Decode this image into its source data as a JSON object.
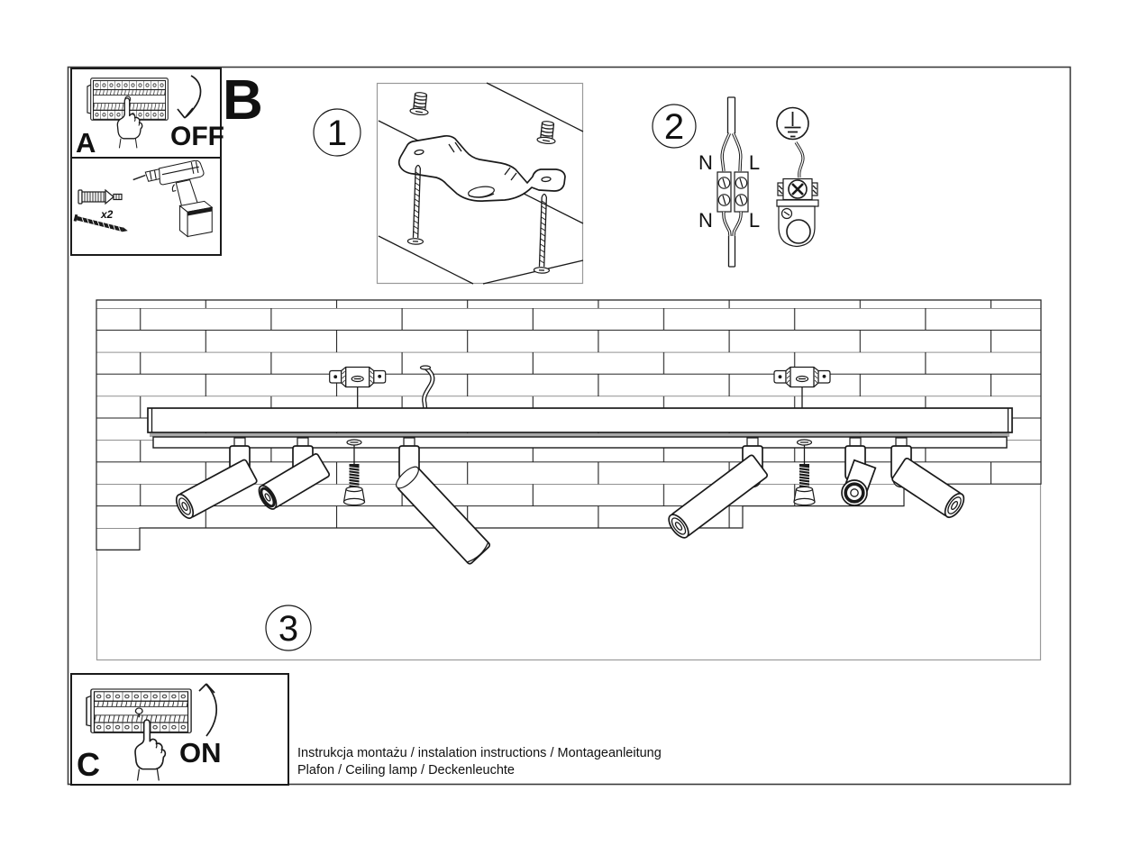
{
  "steps": {
    "a": {
      "label": "A",
      "action": "OFF"
    },
    "b": {
      "label": "B"
    },
    "c": {
      "label": "C",
      "action": "ON"
    },
    "s1": {
      "number": "1"
    },
    "s2": {
      "number": "2",
      "terminal_top_left": "N",
      "terminal_top_right": "L",
      "terminal_bottom_left": "N",
      "terminal_bottom_right": "L"
    },
    "s3": {
      "number": "3"
    }
  },
  "tools": {
    "dowel_quantity": "x2"
  },
  "footer": {
    "line1": "Instrukcja montażu / instalation instructions / Montageanleitung",
    "line2": "Plafon / Ceiling lamp / Deckenleuchte"
  },
  "colors": {
    "ink": "#1a1a1a",
    "frame_gray": "#999999",
    "rail_shadow": "#a8a8a8",
    "paper": "#ffffff"
  },
  "icons": {
    "breaker_panel": "circuit-breaker-panel",
    "pointing_hand": "pointing-hand",
    "off_arrow": "arrow-curved-down",
    "on_arrow": "arrow-curved-up",
    "drill": "cordless-drill",
    "wall_plug": "wall-plug-anchor",
    "screw": "mounting-screw",
    "bracket": "mounting-bracket",
    "earth_symbol": "earth-ground-symbol",
    "terminal_block": "terminal-block",
    "lamp": "ceiling-spot-rail"
  }
}
